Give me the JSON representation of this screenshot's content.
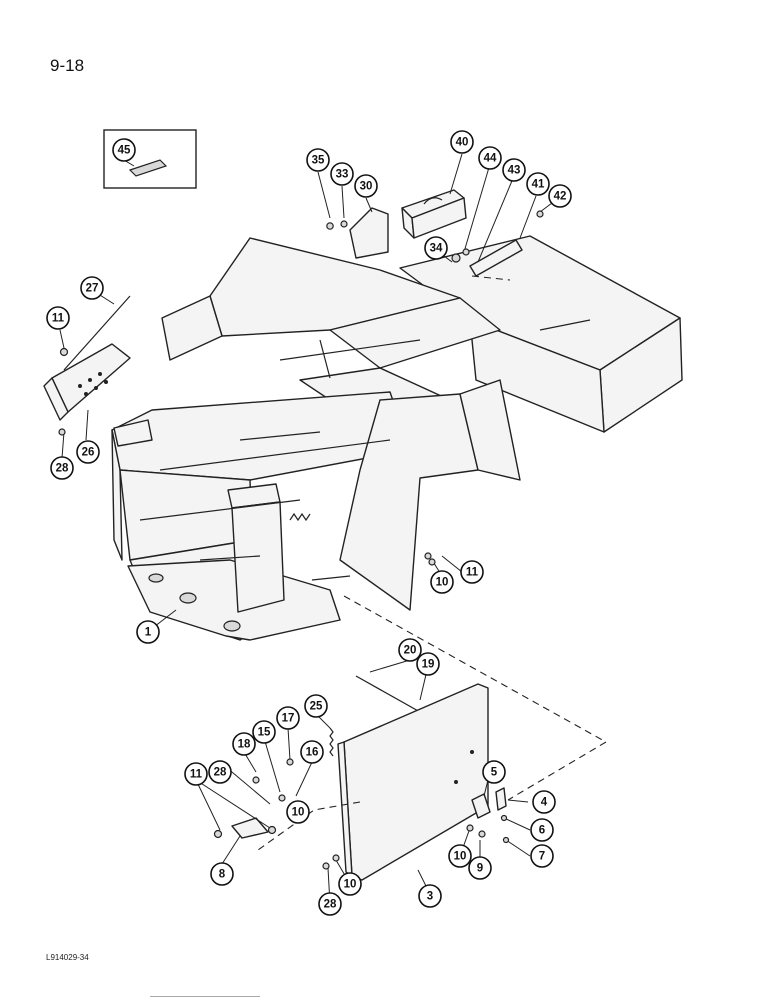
{
  "page": {
    "number": "9-18",
    "figure_code": "L914029-34"
  },
  "callouts": [
    "45",
    "35",
    "33",
    "30",
    "40",
    "44",
    "43",
    "41",
    "42",
    "34",
    "27",
    "11",
    "26",
    "28",
    "10",
    "11",
    "1",
    "20",
    "19",
    "25",
    "17",
    "15",
    "18",
    "16",
    "28",
    "11",
    "10",
    "8",
    "5",
    "4",
    "6",
    "7",
    "9",
    "10",
    "10",
    "28",
    "3"
  ],
  "parts": [
    {
      "id": "frame",
      "callout": "1"
    },
    {
      "id": "side-panel",
      "callout": "3"
    },
    {
      "id": "tool-box",
      "callout": "40"
    },
    {
      "id": "step",
      "callout": "26"
    },
    {
      "id": "rod",
      "callout": "27"
    },
    {
      "id": "rod",
      "callout": "19"
    },
    {
      "id": "decal",
      "callout": "45"
    }
  ]
}
